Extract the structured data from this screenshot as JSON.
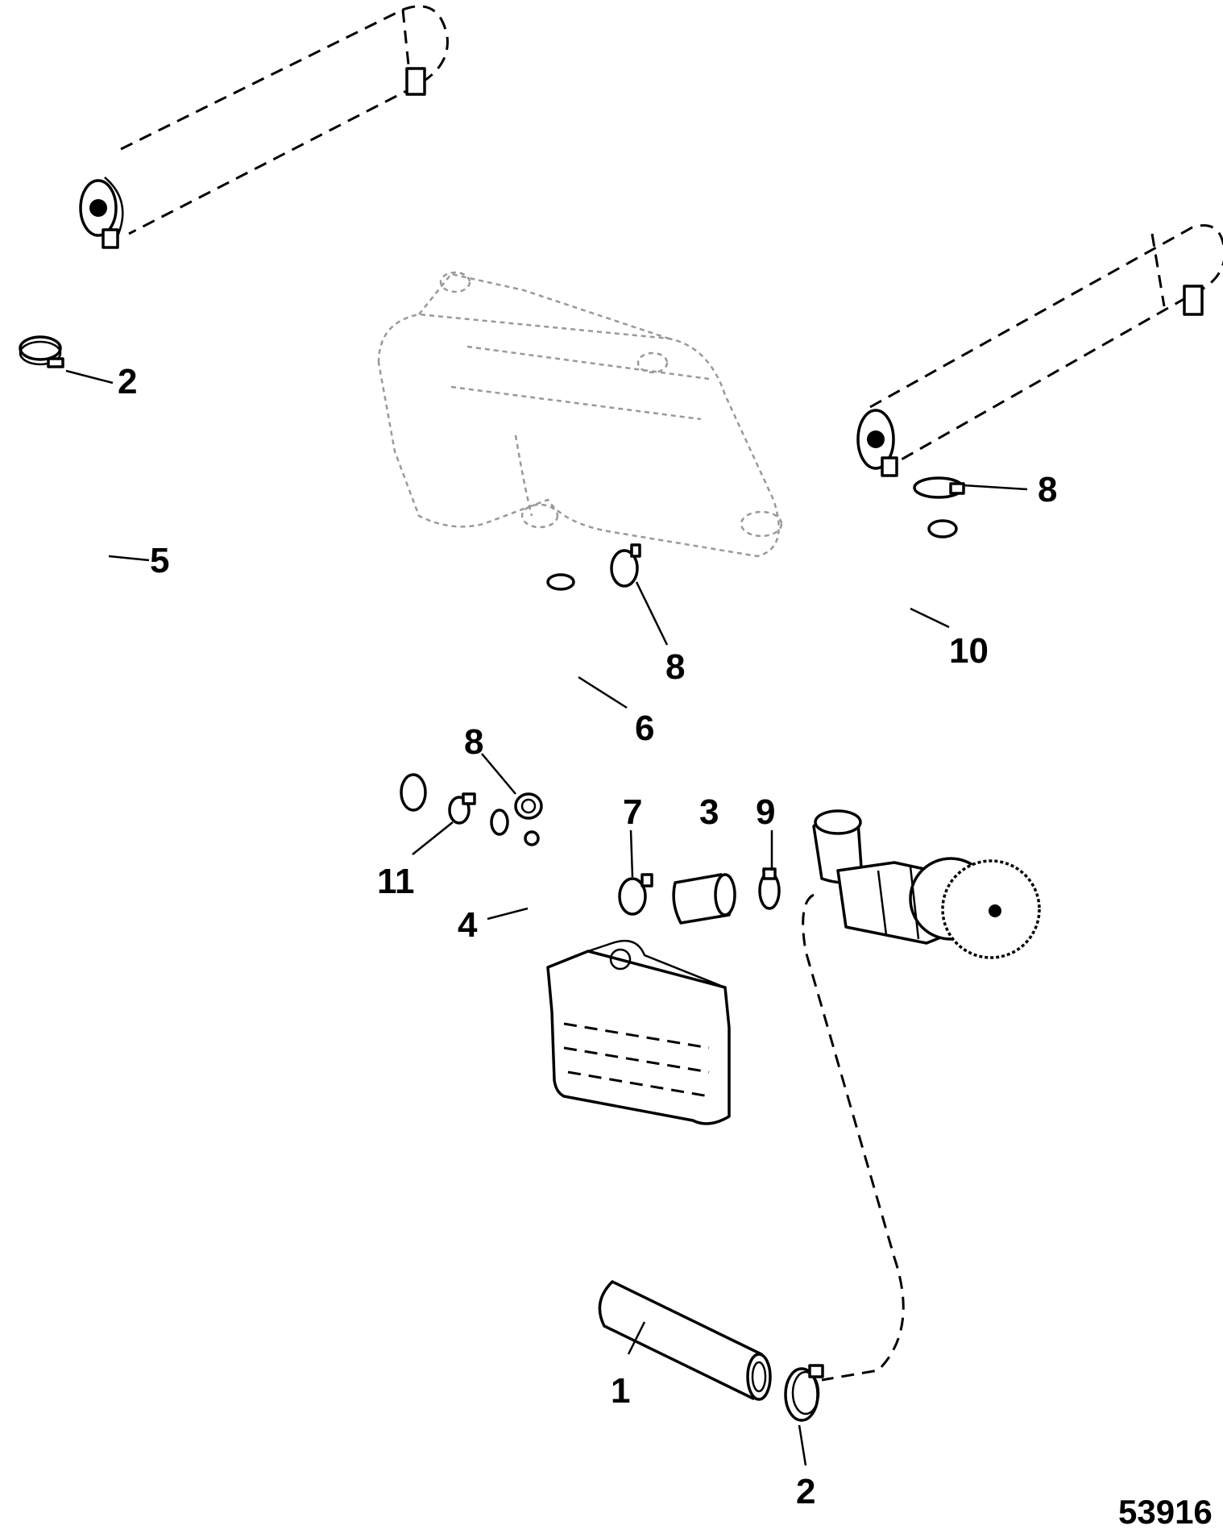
{
  "diagram": {
    "figure_number": "53916",
    "callouts": [
      {
        "id": "c2-top",
        "label": "2"
      },
      {
        "id": "c5",
        "label": "5"
      },
      {
        "id": "c8-right",
        "label": "8"
      },
      {
        "id": "c8-mid",
        "label": "8"
      },
      {
        "id": "c10",
        "label": "10"
      },
      {
        "id": "c6",
        "label": "6"
      },
      {
        "id": "c8-left",
        "label": "8"
      },
      {
        "id": "c7",
        "label": "7"
      },
      {
        "id": "c3",
        "label": "3"
      },
      {
        "id": "c9",
        "label": "9"
      },
      {
        "id": "c11",
        "label": "11"
      },
      {
        "id": "c4",
        "label": "4"
      },
      {
        "id": "c1",
        "label": "1"
      },
      {
        "id": "c2-bottom",
        "label": "2"
      }
    ]
  }
}
